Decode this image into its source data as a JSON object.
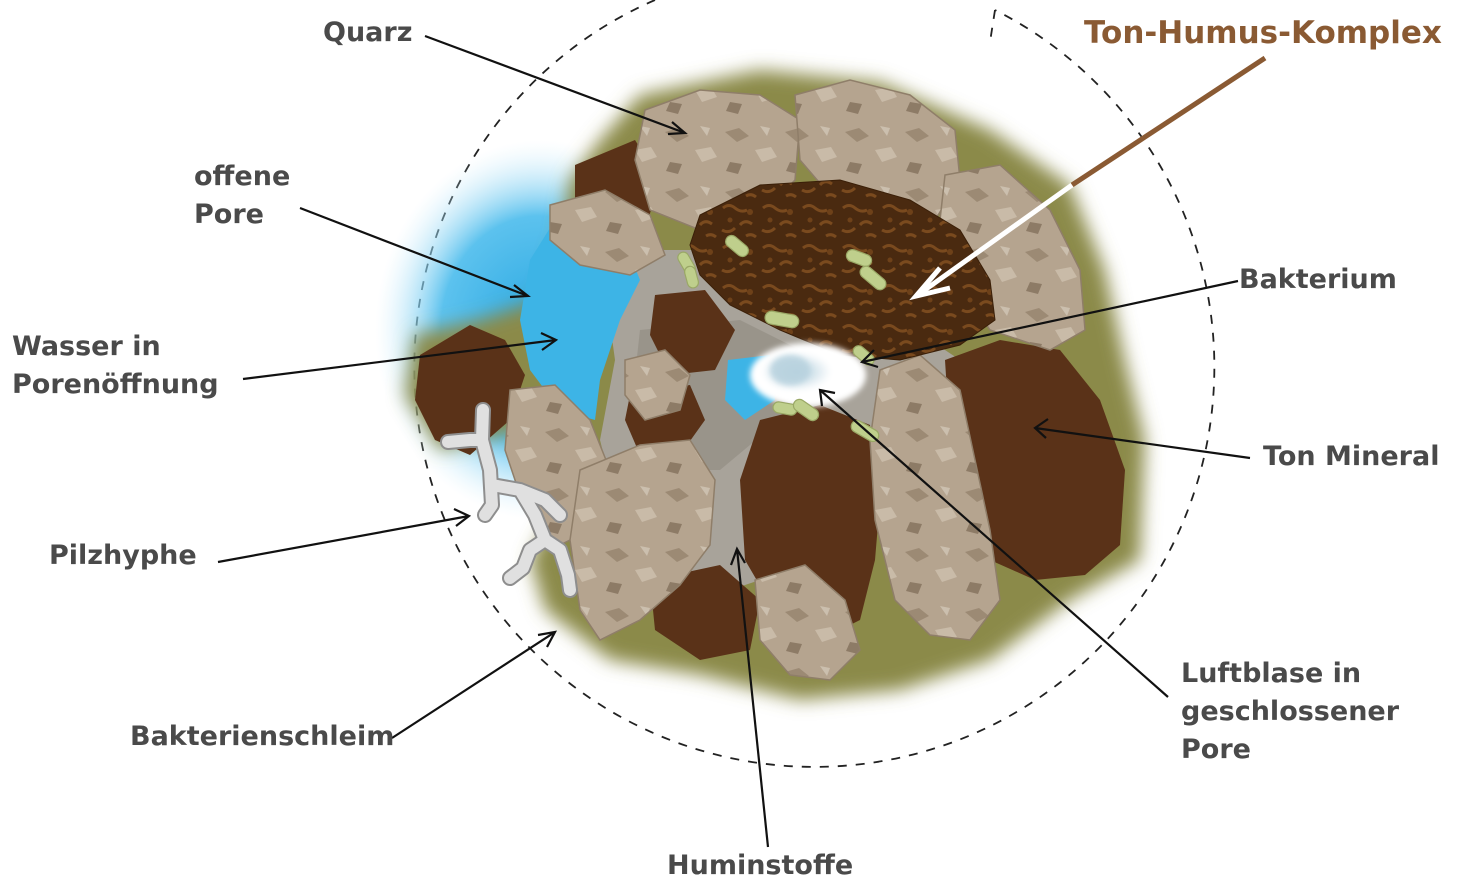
{
  "title": "Ton-Humus-Komplex",
  "labels": {
    "quarz": "Quarz",
    "offene_pore": [
      "offene",
      "Pore"
    ],
    "wasser": [
      "Wasser in",
      "Porenöffnung"
    ],
    "pilzhyphe": "Pilzhyphe",
    "bakterienschleim": "Bakterienschleim",
    "huminstoffe": "Huminstoffe",
    "bakterium": "Bakterium",
    "ton_mineral": "Ton Mineral",
    "luftblase": [
      "Luftblase in",
      "geschlossener",
      "Pore"
    ]
  },
  "colors": {
    "title": "#8a5a33",
    "label_text": "#4a4a4a",
    "clay": "#5a3218",
    "humus": "#4a2a10",
    "quartz": "#b3a38f",
    "water": "#3db4e6",
    "slime": "#8b8a4a",
    "bacteria": "#bfcf8c",
    "humic_gray": "#a8a39a"
  }
}
